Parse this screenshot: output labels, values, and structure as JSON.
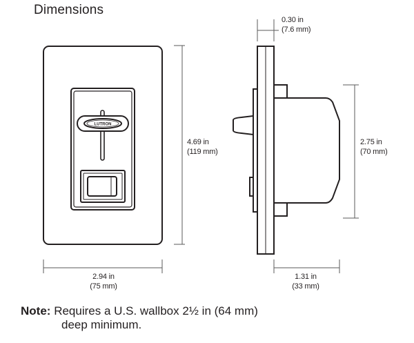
{
  "title": "Dimensions",
  "front_view": {
    "brand": "LUTRON",
    "width_dimension": {
      "inches": "2.94 in",
      "mm": "(75 mm)"
    },
    "height_dimension": {
      "inches": "4.69 in",
      "mm": "(119 mm)"
    }
  },
  "side_view": {
    "faceplate_thickness": {
      "inches": "0.30 in",
      "mm": "(7.6 mm)"
    },
    "body_height": {
      "inches": "2.75 in",
      "mm": "(70 mm)"
    },
    "body_depth": {
      "inches": "1.31 in",
      "mm": "(33 mm)"
    }
  },
  "note": {
    "label": "Note:",
    "line1": "Requires a U.S. wallbox 2½ in (64 mm)",
    "line2": "deep minimum."
  },
  "colors": {
    "line": "#231f20",
    "dim_line": "#5a5a5a",
    "background": "#ffffff"
  }
}
